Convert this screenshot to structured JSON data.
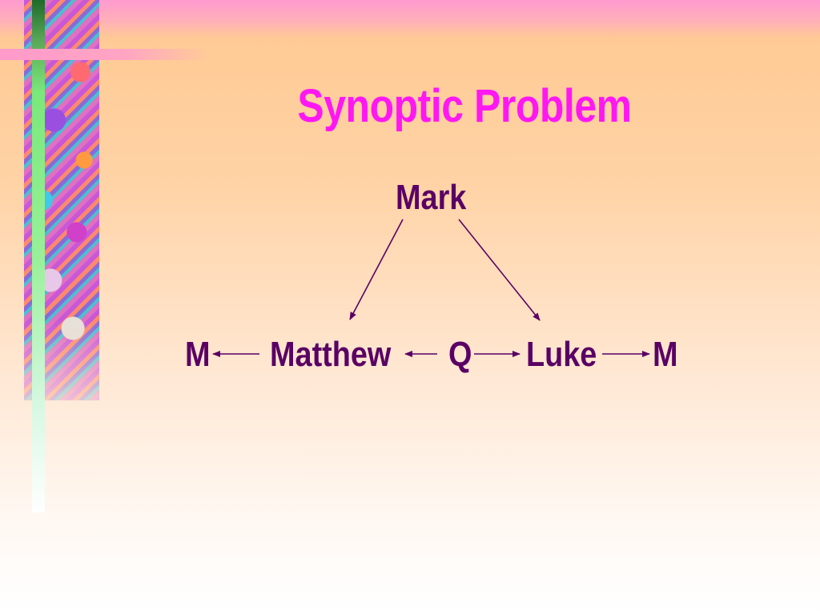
{
  "slide": {
    "title": "Synoptic Problem"
  },
  "diagram": {
    "nodes": {
      "mark": "Mark",
      "m_left": "M",
      "matthew": "Matthew",
      "q": "Q",
      "luke": "Luke",
      "m_right": "M"
    },
    "edges": [
      {
        "from": "Mark",
        "to": "Matthew"
      },
      {
        "from": "Mark",
        "to": "Luke"
      },
      {
        "from": "Matthew",
        "to": "M"
      },
      {
        "from": "Q",
        "to": "Matthew"
      },
      {
        "from": "Q",
        "to": "Luke"
      },
      {
        "from": "Luke",
        "to": "M"
      }
    ]
  },
  "colors": {
    "title": "#ff17f3",
    "node_text": "#5a0064",
    "arrow": "#5a0064",
    "top_band": "#ff9ad0",
    "accent_bar": "#7ae87a"
  }
}
